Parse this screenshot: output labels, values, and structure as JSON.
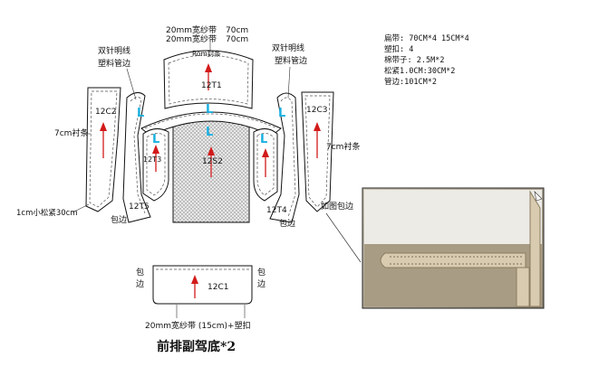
{
  "labels": {
    "top_tape_1": "20mm宽纱带",
    "top_tape_2": "20mm宽纱带",
    "top_dim_1": "70cm",
    "top_dim_2": "70cm",
    "top_tag": "Rom封条",
    "left_note_1": "双针明线",
    "left_note_2": "塑料管边",
    "right_note_1": "双针明线",
    "right_note_2": "塑料管边",
    "left_strip": "7cm衬条",
    "right_strip": "7cm衬条",
    "elastic": "1cm小松紧30cm",
    "bind_left": "包边",
    "bind_right": "包边",
    "bind_detail": "如图包边",
    "bottom_bind_left_1": "包",
    "bottom_bind_left_2": "边",
    "bottom_bind_right_1": "包",
    "bottom_bind_right_2": "边",
    "bottom_tape": "20mm宽纱带 (15cm)+塑扣",
    "title": "前排副驾底*2"
  },
  "spec": [
    "扁带: 70CM*4  15CM*4",
    "塑扣: 4",
    "棉带子: 2.5M*2",
    "松紧1.0CM:30CM*2",
    "管边:101CM*2"
  ],
  "parts": {
    "p12T1": "12T1",
    "p12C2": "12C2",
    "p12C3": "12C3",
    "p12T3": "12T3",
    "p12S2": "12S2",
    "p12T5": "12T5",
    "p12T4": "12T4",
    "p12C1": "12C1",
    "L": "L"
  },
  "colors": {
    "arrow": "#d21a1a",
    "grain_mark": "#1ab0e0",
    "photo_fabric": "#b7a98d",
    "photo_bg": "#d9d6cf"
  }
}
